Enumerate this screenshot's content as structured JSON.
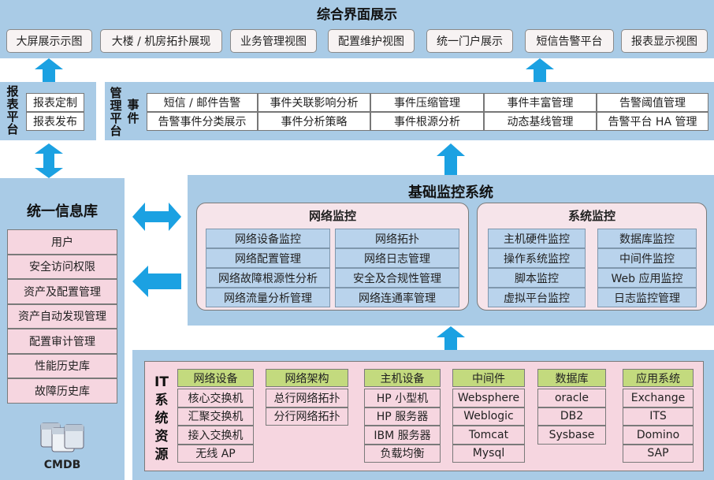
{
  "top": {
    "title": "综合界面展示",
    "buttons": [
      "大屏展示示图",
      "大楼 / 机房拓扑展现",
      "业务管理视图",
      "配置维护视图",
      "统一门户展示",
      "短信告警平台",
      "报表显示视图"
    ]
  },
  "report_platform": {
    "label": "报表平台",
    "items": [
      "报表定制",
      "报表发布"
    ]
  },
  "event_mgmt": {
    "label_a": "管理平台",
    "label_b": "事件",
    "row1": [
      "短信 / 邮件告警",
      "事件关联影响分析",
      "事件压缩管理",
      "事件丰富管理",
      "告警阈值管理"
    ],
    "row2": [
      "告警事件分类展示",
      "事件分析策略",
      "事件根源分析",
      "动态基线管理",
      "告警平台 HA 管理"
    ]
  },
  "info_db": {
    "title": "统一信息库",
    "items": [
      "用户",
      "安全访问权限",
      "资产及配置管理",
      "资产自动发现管理",
      "配置审计管理",
      "性能历史库",
      "故障历史库"
    ],
    "cmdb_label": "CMDB"
  },
  "monitor": {
    "title": "基础监控系统",
    "network": {
      "title": "网络监控",
      "col1": [
        "网络设备监控",
        "网络配置管理",
        "网络故障根源性分析",
        "网络流量分析管理"
      ],
      "col2": [
        "网络拓扑",
        "网络日志管理",
        "安全及合规性管理",
        "网络连通率管理"
      ]
    },
    "system": {
      "title": "系统监控",
      "col1": [
        "主机硬件监控",
        "操作系统监控",
        "脚本监控",
        "虚拟平台监控"
      ],
      "col2": [
        "数据库监控",
        "中间件监控",
        "Web 应用监控",
        "日志监控管理"
      ]
    }
  },
  "it": {
    "label": "IT系统资源",
    "groups": [
      {
        "header": "网络设备",
        "items": [
          "核心交换机",
          "汇聚交换机",
          "接入交换机",
          "无线 AP"
        ]
      },
      {
        "header": "网络架构",
        "items": [
          "总行网络拓扑",
          "分行网络拓扑"
        ]
      },
      {
        "header": "主机设备",
        "items": [
          "HP 小型机",
          "HP 服务器",
          "IBM 服务器",
          "负载均衡"
        ]
      },
      {
        "header": "中间件",
        "items": [
          "Websphere",
          "Weblogic",
          "Tomcat",
          "Mysql"
        ]
      },
      {
        "header": "数据库",
        "items": [
          "oracle",
          "DB2",
          "Sysbase"
        ]
      },
      {
        "header": "应用系统",
        "items": [
          "Exchange",
          "ITS",
          "Domino",
          "SAP"
        ]
      }
    ]
  },
  "colors": {
    "panel": "#a9cbe6",
    "arrow": "#1ba1e2",
    "pink": "#f6d6e0",
    "green": "#c3da7e",
    "cell_blue": "#b9d3ec"
  }
}
